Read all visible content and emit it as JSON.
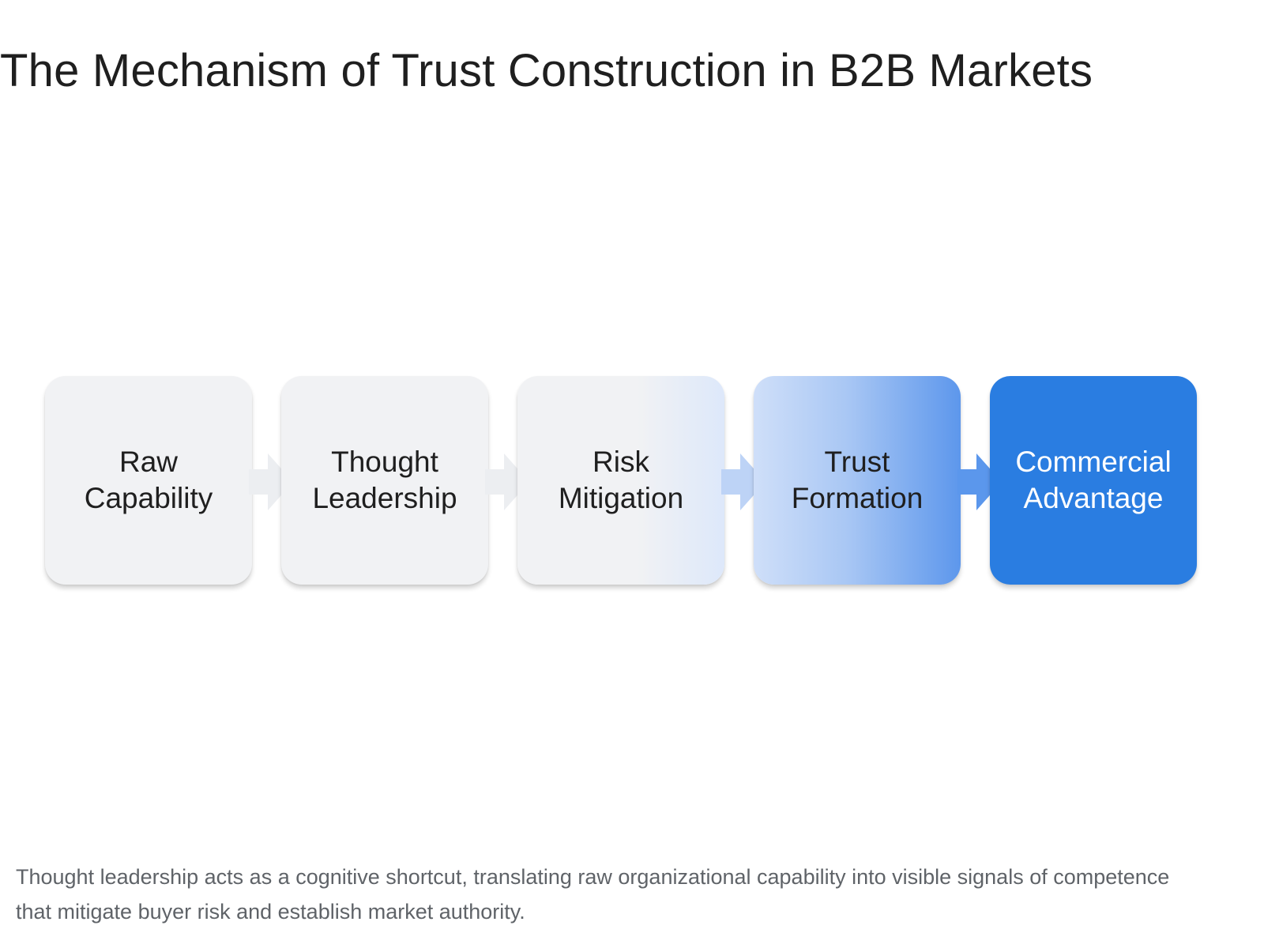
{
  "title": "The Mechanism of Trust Construction in B2B Markets",
  "steps": [
    {
      "label": "Raw\nCapability",
      "bg": "#f1f2f4",
      "text": "#1f1f1f"
    },
    {
      "label": "Thought\nLeadership",
      "bg": "#f1f2f4",
      "text": "#1f1f1f"
    },
    {
      "label": "Risk\nMitigation",
      "bg": "linear-gradient(90deg, #f1f2f4 0%, #f1f2f4 58%, #dde8fa 100%)",
      "text": "#1f1f1f"
    },
    {
      "label": "Trust\nFormation",
      "bg": "linear-gradient(90deg, #cfdff9 0%, #a9c7f4 45%, #5d97ec 100%)",
      "text": "#1f1f1f"
    },
    {
      "label": "Commercial\nAdvantage",
      "bg": "#2a7de1",
      "text": "#ffffff"
    }
  ],
  "arrows": [
    {
      "color": "#eceef1"
    },
    {
      "color": "#eceef1"
    },
    {
      "color": "#bdd3f6"
    },
    {
      "color": "#5b97ec"
    }
  ],
  "caption": "Thought leadership acts as a cognitive shortcut, translating raw organizational capability into visible signals of competence that mitigate buyer risk and establish market authority."
}
